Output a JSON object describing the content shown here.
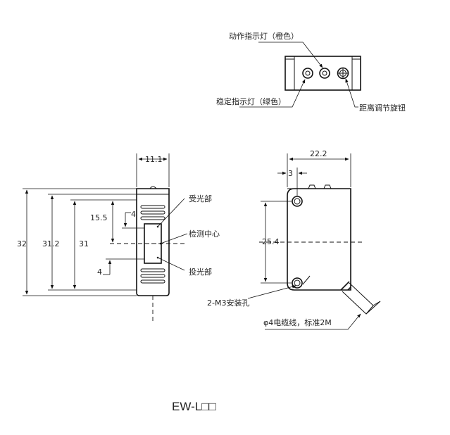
{
  "top_view": {
    "action_indicator": "动作指示灯（橙色）",
    "stable_indicator": "稳定指示灯（绿色）",
    "distance_knob": "距离调节旋钮"
  },
  "side_view": {
    "dim_width": "11.1",
    "dim_total_height": "32",
    "dim_body_height": "31.2",
    "dim_window_height": "31",
    "dim_upper": "15.5",
    "dim_gap_top": "4",
    "dim_gap_bottom": "4",
    "receiver": "受光部",
    "detect_center": "检测中心",
    "emitter": "投光部"
  },
  "front_view": {
    "dim_width": "22.2",
    "dim_hole_offset": "3",
    "dim_hole_spacing": "25.4",
    "mount_holes": "2-M3安装孔",
    "cable": "φ4电缆线，标准2M"
  },
  "model": "EW-L□□"
}
